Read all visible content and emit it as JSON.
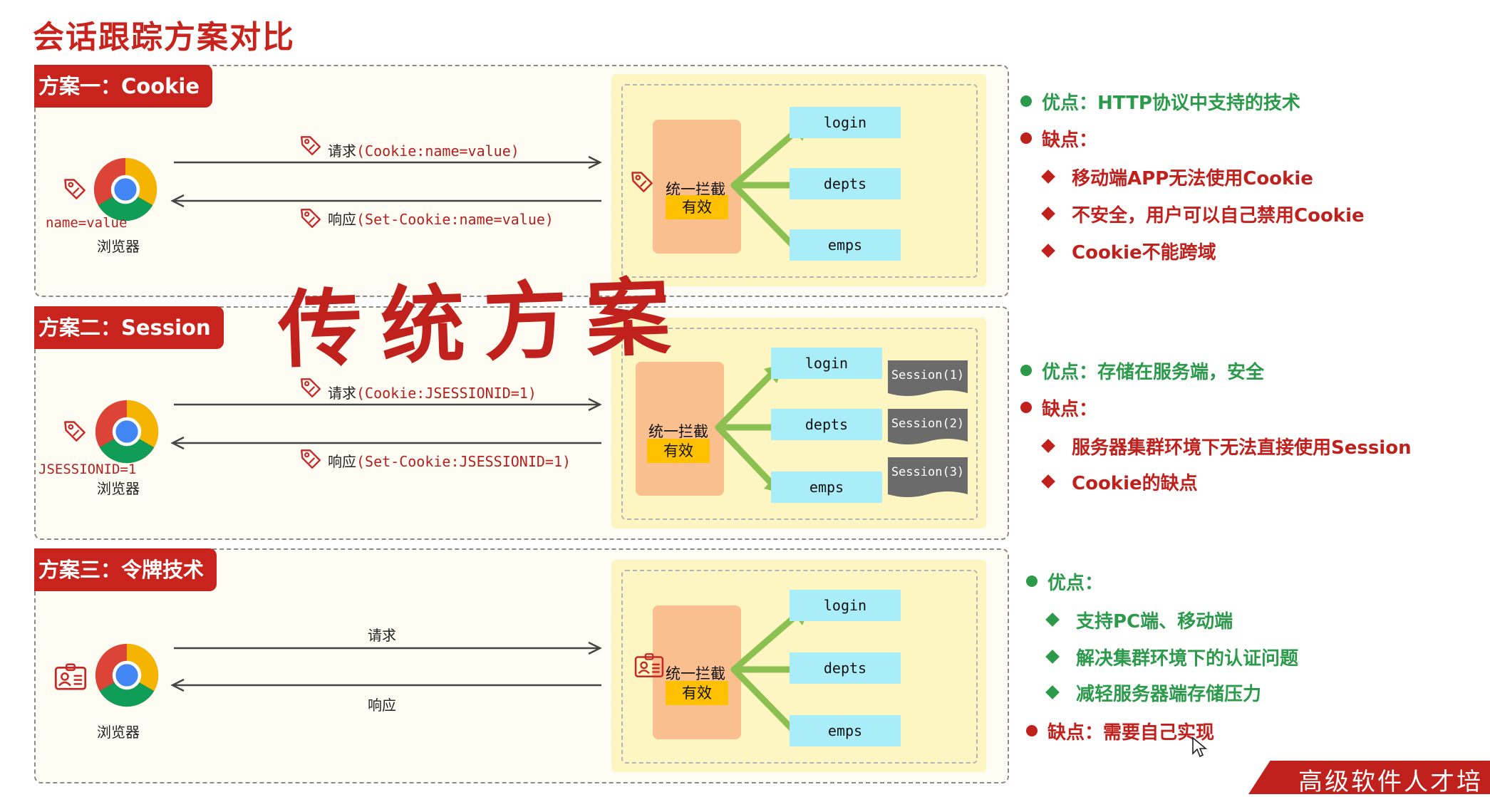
{
  "title": "会话跟踪方案对比",
  "overlay_text": "传统方案",
  "sections": [
    {
      "title": "方案一：Cookie",
      "browser_label": "浏览器",
      "cookie_value": "name=value",
      "request": {
        "prefix": "请求",
        "detail": "(Cookie:name=value)"
      },
      "response": {
        "prefix": "响应",
        "detail": "(Set-Cookie:name=value)"
      },
      "interceptor": "统一拦截",
      "valid": "有效",
      "resources": [
        "login",
        "depts",
        "emps"
      ],
      "bullets": {
        "pro_label": "优点：",
        "pro": "HTTP协议中支持的技术",
        "con_label": "缺点：",
        "cons": [
          "移动端APP无法使用Cookie",
          "不安全，用户可以自己禁用Cookie",
          "Cookie不能跨域"
        ]
      }
    },
    {
      "title": "方案二：Session",
      "browser_label": "浏览器",
      "cookie_value": "JSESSIONID=1",
      "request": {
        "prefix": "请求",
        "detail": "(Cookie:JSESSIONID=1)"
      },
      "response": {
        "prefix": "响应",
        "detail": "(Set-Cookie:JSESSIONID=1)"
      },
      "interceptor": "统一拦截",
      "valid": "有效",
      "resources": [
        "login",
        "depts",
        "emps"
      ],
      "sessions": [
        "Session(1)",
        "Session(2)",
        "Session(3)"
      ],
      "bullets": {
        "pro_label": "优点：",
        "pro": "存储在服务端，安全",
        "con_label": "缺点：",
        "cons": [
          "服务器集群环境下无法直接使用Session",
          "Cookie的缺点"
        ]
      }
    },
    {
      "title": "方案三：令牌技术",
      "browser_label": "浏览器",
      "request": {
        "prefix": "请求"
      },
      "response": {
        "prefix": "响应"
      },
      "interceptor": "统一拦截",
      "valid": "有效",
      "resources": [
        "login",
        "depts",
        "emps"
      ],
      "bullets": {
        "pro_label": "优点：",
        "pros": [
          "支持PC端、移动端",
          "解决集群环境下的认证问题",
          "减轻服务器端存储压力"
        ],
        "con_label": "缺点：",
        "con": "需要自己实现"
      }
    }
  ],
  "banner": "高级软件人才培",
  "colors": {
    "accent_red": "#c8231d",
    "pro_green": "#2b9a4b",
    "interceptor": "#f9bf8e",
    "resource": "#a9edf8",
    "arrow_green": "#8cc152",
    "valid": "#ffc000"
  }
}
